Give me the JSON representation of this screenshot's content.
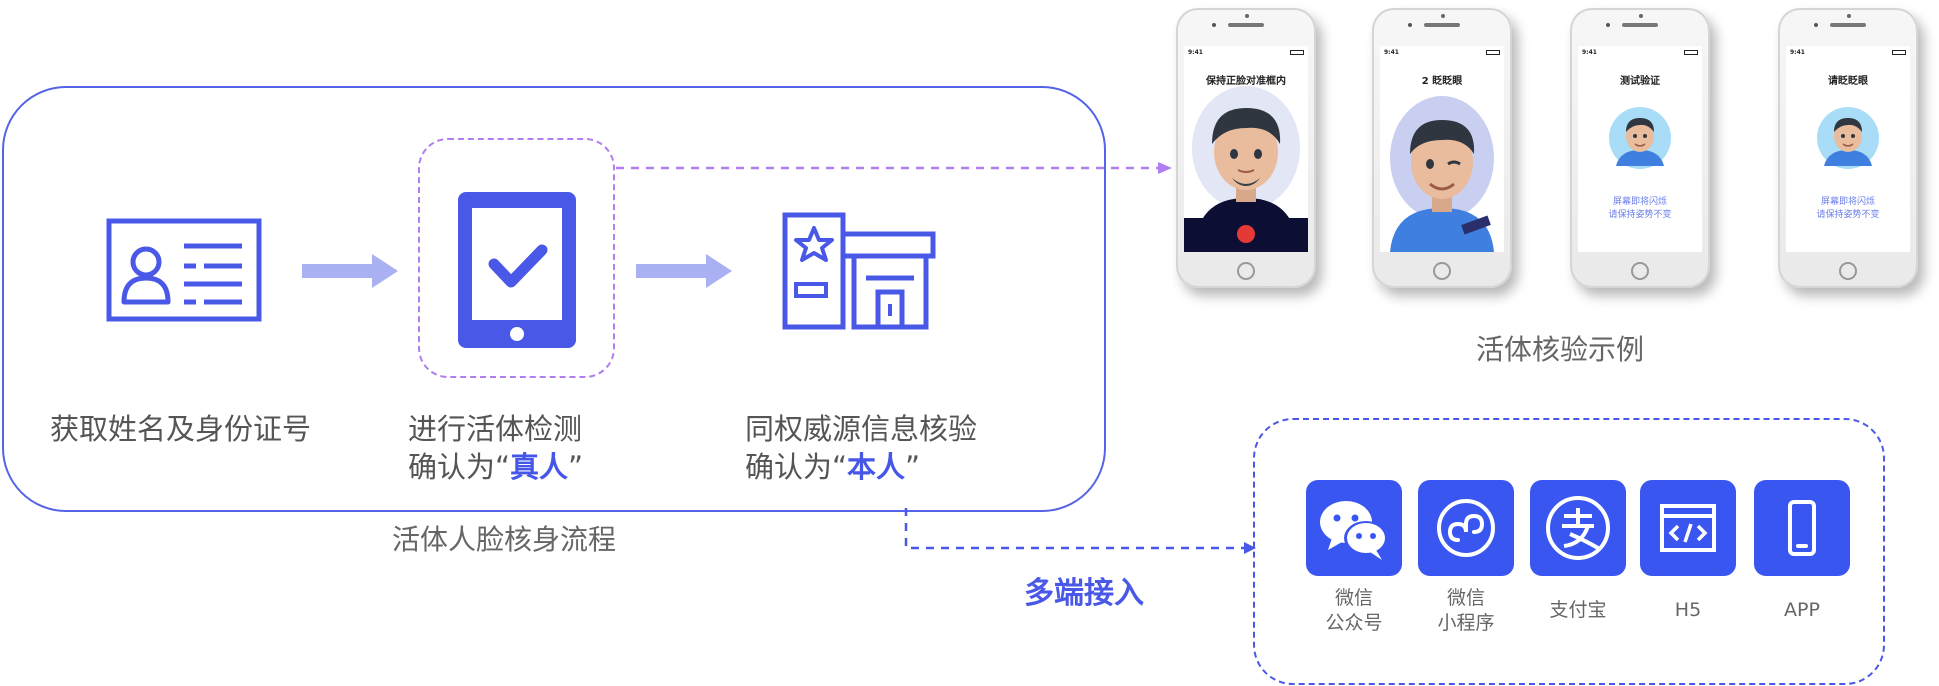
{
  "flow": {
    "caption": "活体人脸核身流程",
    "step1": "获取姓名及身份证号",
    "step2_line1": "进行活体检测",
    "step2_line2_pre": "确认为“",
    "step2_line2_hl": "真人",
    "step2_line2_post": "”",
    "step3_line1": "同权威源信息核验",
    "step3_line2_pre": "确认为“",
    "step3_line2_hl": "本人",
    "step3_line2_post": "”"
  },
  "phones": {
    "caption": "活体核验示例",
    "items": [
      {
        "title": "保持正脸对准框内",
        "time": "9:41",
        "hint1": "",
        "hint2": ""
      },
      {
        "title": "2 眨眨眼",
        "time": "9:41",
        "hint1": "",
        "hint2": ""
      },
      {
        "title": "测试验证",
        "time": "9:41",
        "hint1": "屏幕即将闪烁",
        "hint2": "请保持姿势不变"
      },
      {
        "title": "请眨眨眼",
        "time": "9:41",
        "hint1": "屏幕即将闪烁",
        "hint2": "请保持姿势不变"
      }
    ]
  },
  "access": {
    "label": "多端接入",
    "platforms": [
      {
        "line1": "微信",
        "line2": "公众号",
        "icon": "wechat-icon"
      },
      {
        "line1": "微信",
        "line2": "小程序",
        "icon": "mini-program-icon"
      },
      {
        "line1": "支付宝",
        "line2": "",
        "icon": "alipay-icon"
      },
      {
        "line1": "H5",
        "line2": "",
        "icon": "h5-code-icon"
      },
      {
        "line1": "APP",
        "line2": "",
        "icon": "mobile-app-icon"
      }
    ]
  },
  "colors": {
    "primary": "#4a58e8",
    "accent_purple": "#b07ef0",
    "arrow_light": "#a9b1f3",
    "tile_blue": "#3a56f0"
  }
}
